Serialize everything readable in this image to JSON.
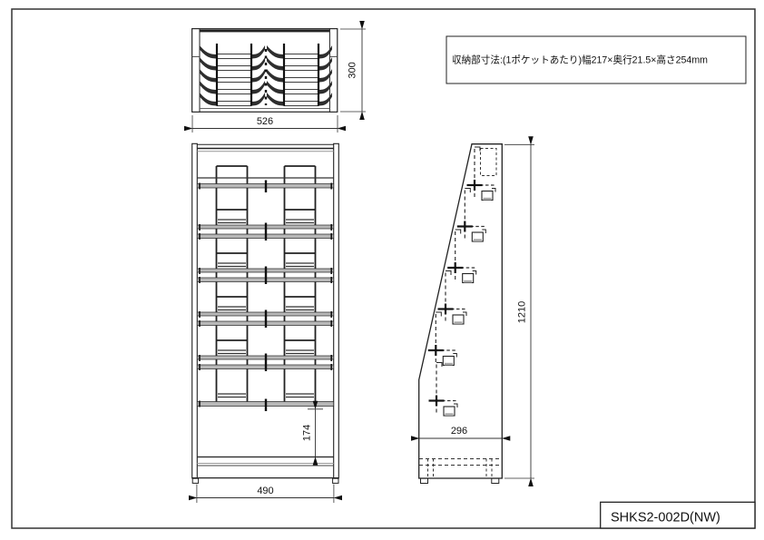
{
  "page": {
    "background": "#ffffff",
    "line_color": "#1a1a1a",
    "band_color": "#b8b8b8"
  },
  "title_block": {
    "model_number": "SHKS2-002D(NW)"
  },
  "note_box": {
    "text": "収納部寸法:(1ポケットあたり)幅217×奥行21.5×高さ254mm"
  },
  "views": {
    "top_view": {
      "dimensions": {
        "width_mm": "526",
        "depth_mm": "300"
      }
    },
    "front_view": {
      "dimensions": {
        "width_mm": "490",
        "bottom_clearance_mm": "174"
      }
    },
    "side_view": {
      "dimensions": {
        "height_mm": "1210",
        "depth_mm": "296"
      }
    }
  }
}
